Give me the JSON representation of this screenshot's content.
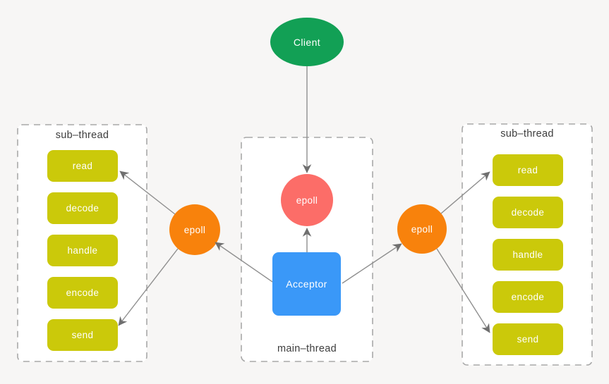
{
  "canvas": {
    "background": "#f7f6f5",
    "connector_color": "#8f8f8f",
    "arrowhead_color": "#6f6f6f",
    "dashed_border_color": "#a8a8a8",
    "group_fill": "#ffffff",
    "label_color": "#3d3d3d"
  },
  "nodes": {
    "client": {
      "label": "Client",
      "color": "#12a055",
      "shape": "ellipse"
    },
    "main_epoll": {
      "label": "epoll",
      "color": "#fc6d68",
      "shape": "circle"
    },
    "acceptor": {
      "label": "Acceptor",
      "color": "#3a98f8",
      "shape": "rounded-rect"
    },
    "left_epoll": {
      "label": "epoll",
      "color": "#f8820c",
      "shape": "circle"
    },
    "right_epoll": {
      "label": "epoll",
      "color": "#f8820c",
      "shape": "circle"
    }
  },
  "groups": {
    "left": {
      "label": "sub–thread",
      "tasks": [
        "read",
        "decode",
        "handle",
        "encode",
        "send"
      ]
    },
    "main": {
      "label": "main–thread"
    },
    "right": {
      "label": "sub–thread",
      "tasks": [
        "read",
        "decode",
        "handle",
        "encode",
        "send"
      ]
    }
  },
  "task_style": {
    "color": "#cbc90a",
    "text_color": "#ffffff"
  },
  "connections": [
    "client -> main_epoll",
    "acceptor -> main_epoll",
    "acceptor -> left_epoll",
    "acceptor -> right_epoll",
    "left_epoll -> left.read",
    "left_epoll -> left.send",
    "right_epoll -> right.read",
    "right_epoll -> right.send"
  ]
}
